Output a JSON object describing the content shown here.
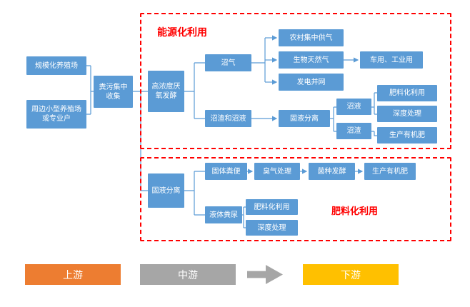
{
  "sections": {
    "energy": {
      "label": "能源化利用"
    },
    "fertilizer": {
      "label": "肥料化利用"
    }
  },
  "nodes": {
    "farm_large": {
      "label": "规模化养殖场"
    },
    "farm_small": {
      "label": "周边小型养殖场或专业户"
    },
    "collect": {
      "label": "粪污集中收集"
    },
    "ferment": {
      "label": "高浓度厌氧发酵"
    },
    "biogas": {
      "label": "沼气"
    },
    "residue_slurry": {
      "label": "沼渣和沼液"
    },
    "rural_gas": {
      "label": "农村集中供气"
    },
    "bio_natural_gas": {
      "label": "生物天然气"
    },
    "vehicle_industrial": {
      "label": "车用、工业用"
    },
    "power_grid": {
      "label": "发电并网"
    },
    "separation_top": {
      "label": "固液分离"
    },
    "slurry": {
      "label": "沼液"
    },
    "residue": {
      "label": "沼渣"
    },
    "fertilizer_use_top": {
      "label": "肥料化利用"
    },
    "deep_treatment_top": {
      "label": "深度处理"
    },
    "organic_fertilizer_top": {
      "label": "生产有机肥"
    },
    "separation_bottom": {
      "label": "固液分离"
    },
    "solid_manure": {
      "label": "固体粪便"
    },
    "liquid_manure": {
      "label": "液体粪尿"
    },
    "odor_treatment": {
      "label": "臭气处理"
    },
    "strain_fermentation": {
      "label": "菌种发酵"
    },
    "organic_fertilizer_bottom": {
      "label": "生产有机肥"
    },
    "fertilizer_use_bottom": {
      "label": "肥料化利用"
    },
    "deep_treatment_bottom": {
      "label": "深度处理"
    }
  },
  "legend": {
    "upstream": "上游",
    "midstream": "中游",
    "downstream": "下游"
  },
  "colors": {
    "node_fill": "#5B9BD5",
    "section_border": "#FF0000",
    "section_label": "#FF0000",
    "connector": "#5B9BD5",
    "upstream_fill": "#ED7D31",
    "midstream_fill": "#A6A6A6",
    "arrow_fill": "#A6A6A6",
    "downstream_fill": "#FFC000"
  }
}
